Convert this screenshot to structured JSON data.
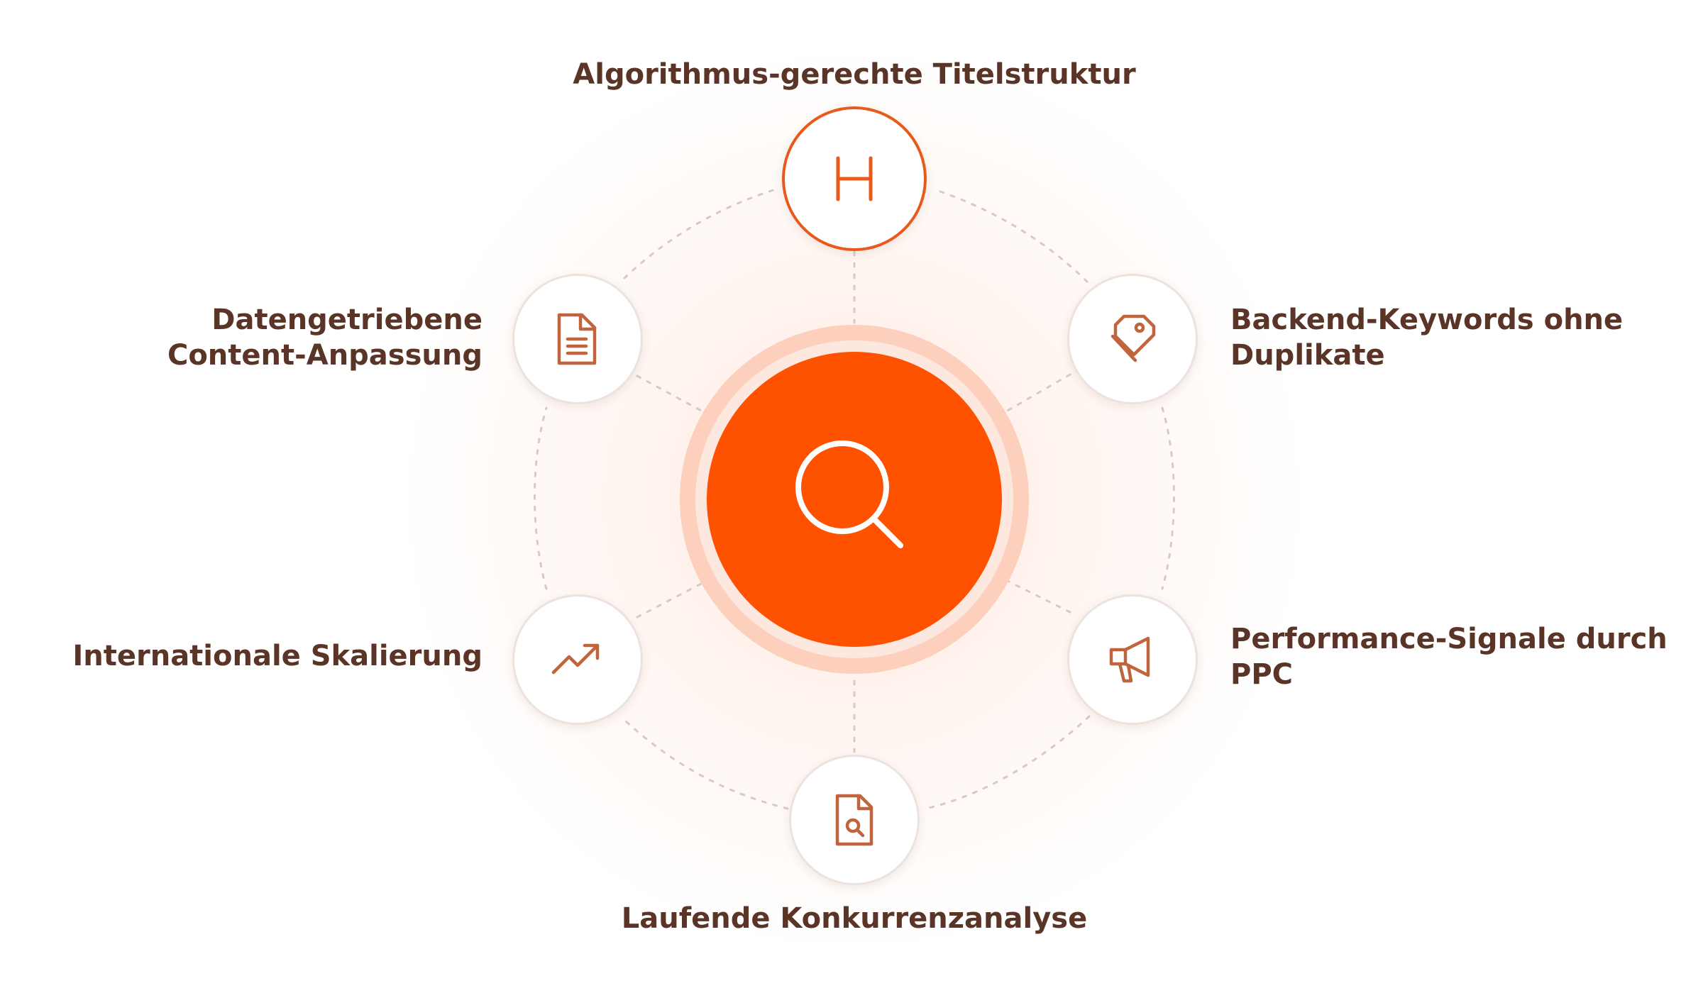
{
  "accent_color": "#fe5200",
  "icon_color": "#c0643e",
  "text_color": "#5a3527",
  "center": {
    "icon": "search-icon"
  },
  "nodes": [
    {
      "id": "top",
      "icon": "heading-h-icon",
      "label_lines": [
        "Algorithmus-gerechte Titelstruktur"
      ]
    },
    {
      "id": "upper-right",
      "icon": "tags-icon",
      "label_lines": [
        "Backend-Keywords ohne",
        "Duplikate"
      ]
    },
    {
      "id": "lower-right",
      "icon": "megaphone-icon",
      "label_lines": [
        "Performance-Signale durch",
        "PPC"
      ]
    },
    {
      "id": "bottom",
      "icon": "file-search-icon",
      "label_lines": [
        "Laufende Konkurrenzanalyse"
      ]
    },
    {
      "id": "lower-left",
      "icon": "trending-up-icon",
      "label_lines": [
        "Internationale Skalierung"
      ]
    },
    {
      "id": "upper-left",
      "icon": "document-text-icon",
      "label_lines": [
        "Datengetriebene",
        "Content-Anpassung"
      ]
    }
  ]
}
